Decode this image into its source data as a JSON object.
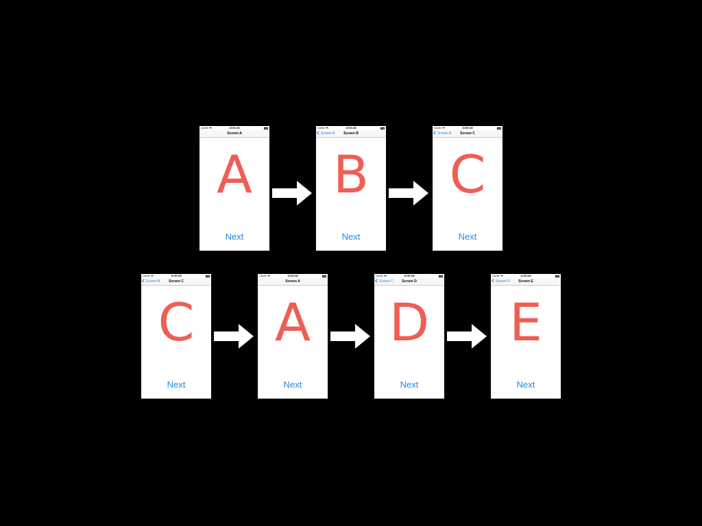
{
  "status_bar": {
    "carrier": "Carrier",
    "time": "10:55 AM"
  },
  "next_label": "Next",
  "rows": [
    [
      {
        "title": "Screen A",
        "back": "",
        "letter": "A"
      },
      {
        "title": "Screen B",
        "back": "Screen A",
        "letter": "B"
      },
      {
        "title": "Screen C",
        "back": "Screen B",
        "letter": "C"
      }
    ],
    [
      {
        "title": "Screen C",
        "back": "Screen B",
        "letter": "C"
      },
      {
        "title": "Screen A",
        "back": "",
        "letter": "A"
      },
      {
        "title": "Screen D",
        "back": "Screen C",
        "letter": "D"
      },
      {
        "title": "Screen E",
        "back": "Screen D",
        "letter": "E"
      }
    ]
  ],
  "colors": {
    "background": "#000000",
    "letter": "#ef5e55",
    "link": "#1e88e5",
    "arrow": "#ffffff"
  }
}
